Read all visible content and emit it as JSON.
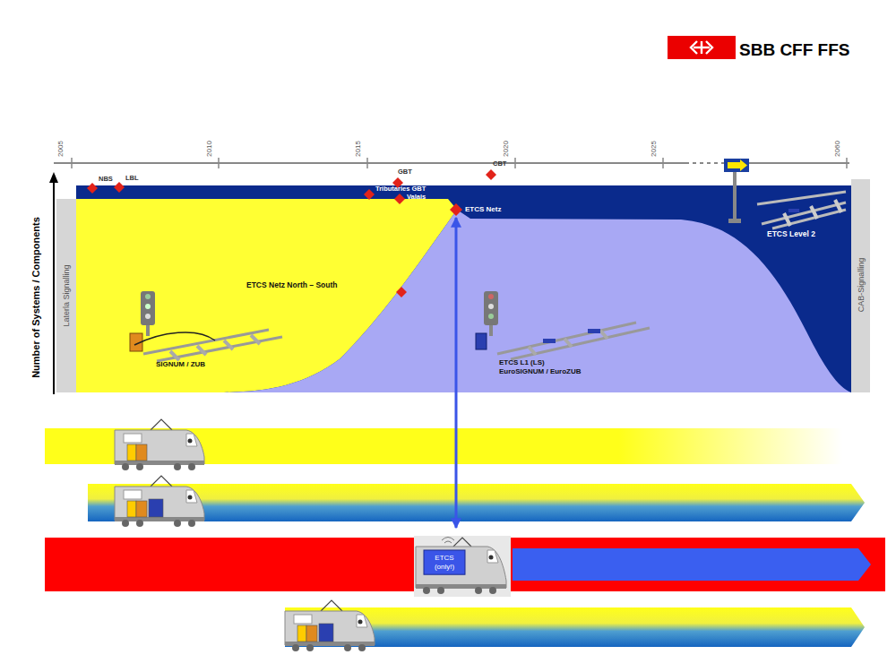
{
  "diagram": {
    "nodes": [
      {
        "text": [
          "ETCS Netz"
        ]
      },
      {
        "text": [
          "ETCS (only!)"
        ]
      }
    ],
    "edges": [
      {
        "from": 0,
        "to": 1,
        "arrow": "both"
      }
    ],
    "labels": [
      "SBB CFF FFS",
      "2005",
      "2010",
      "2015",
      "2020",
      "2025",
      "2060",
      "NBS",
      "LBL",
      "GBT",
      "CBT",
      "Tributaries GBT",
      "Valais",
      "ETCS Netz North – South",
      "Number of Systems / Components",
      "Laterla Signalling",
      "CAB-Signalling",
      "SIGNUM / ZUB",
      "ETCS L1 (LS)",
      "EuroSIGNUM / EuroZUB",
      "ETCS Level 2"
    ]
  }
}
